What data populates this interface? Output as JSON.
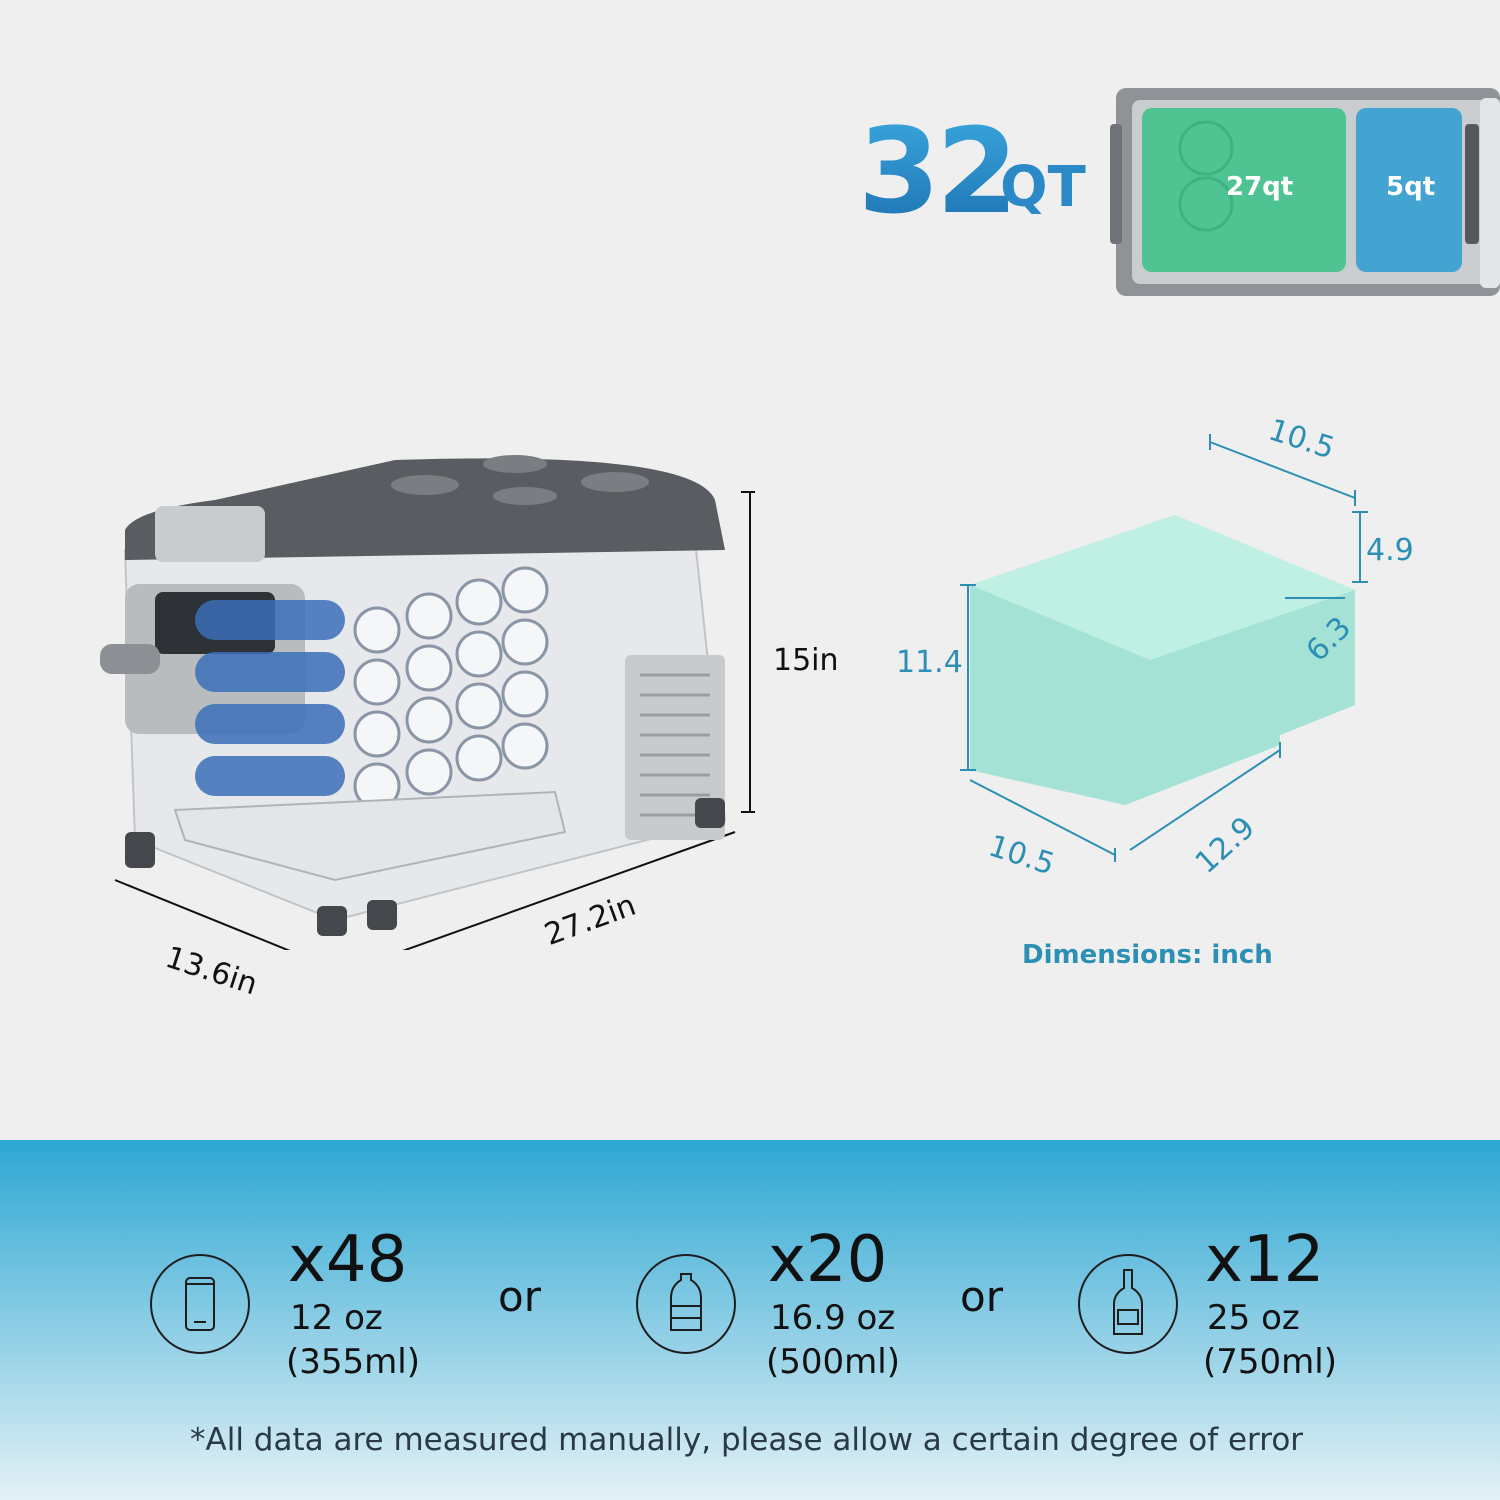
{
  "capacity": {
    "number": "32",
    "unit": "QT",
    "zones": [
      {
        "label": "27qt",
        "color": "#41c28a"
      },
      {
        "label": "5qt",
        "color": "#2b9bd1"
      }
    ]
  },
  "fridge_dimensions": {
    "height": "15in",
    "depth": "13.6in",
    "length": "27.2in"
  },
  "interior_dimensions": {
    "top_width": "10.5",
    "step_height": "4.9",
    "step_depth": "6.3",
    "height": "11.4",
    "bottom_width": "10.5",
    "bottom_length": "12.9",
    "unit_note": "Dimensions: inch"
  },
  "capacity_options": [
    {
      "icon": "can-icon",
      "count": "x48",
      "size": "12 oz",
      "volume": "(355ml)"
    },
    {
      "icon": "water-bottle-icon",
      "count": "x20",
      "size": "16.9 oz",
      "volume": "(500ml)"
    },
    {
      "icon": "wine-bottle-icon",
      "count": "x12",
      "size": "25 oz",
      "volume": "(750ml)"
    }
  ],
  "separator": "or",
  "footnote": "*All data are measured manually, please allow a certain degree of error",
  "colors": {
    "accent": "#2c8fb4",
    "banner_top": "#2da7d3",
    "box_fill": "#a7e6d7"
  }
}
